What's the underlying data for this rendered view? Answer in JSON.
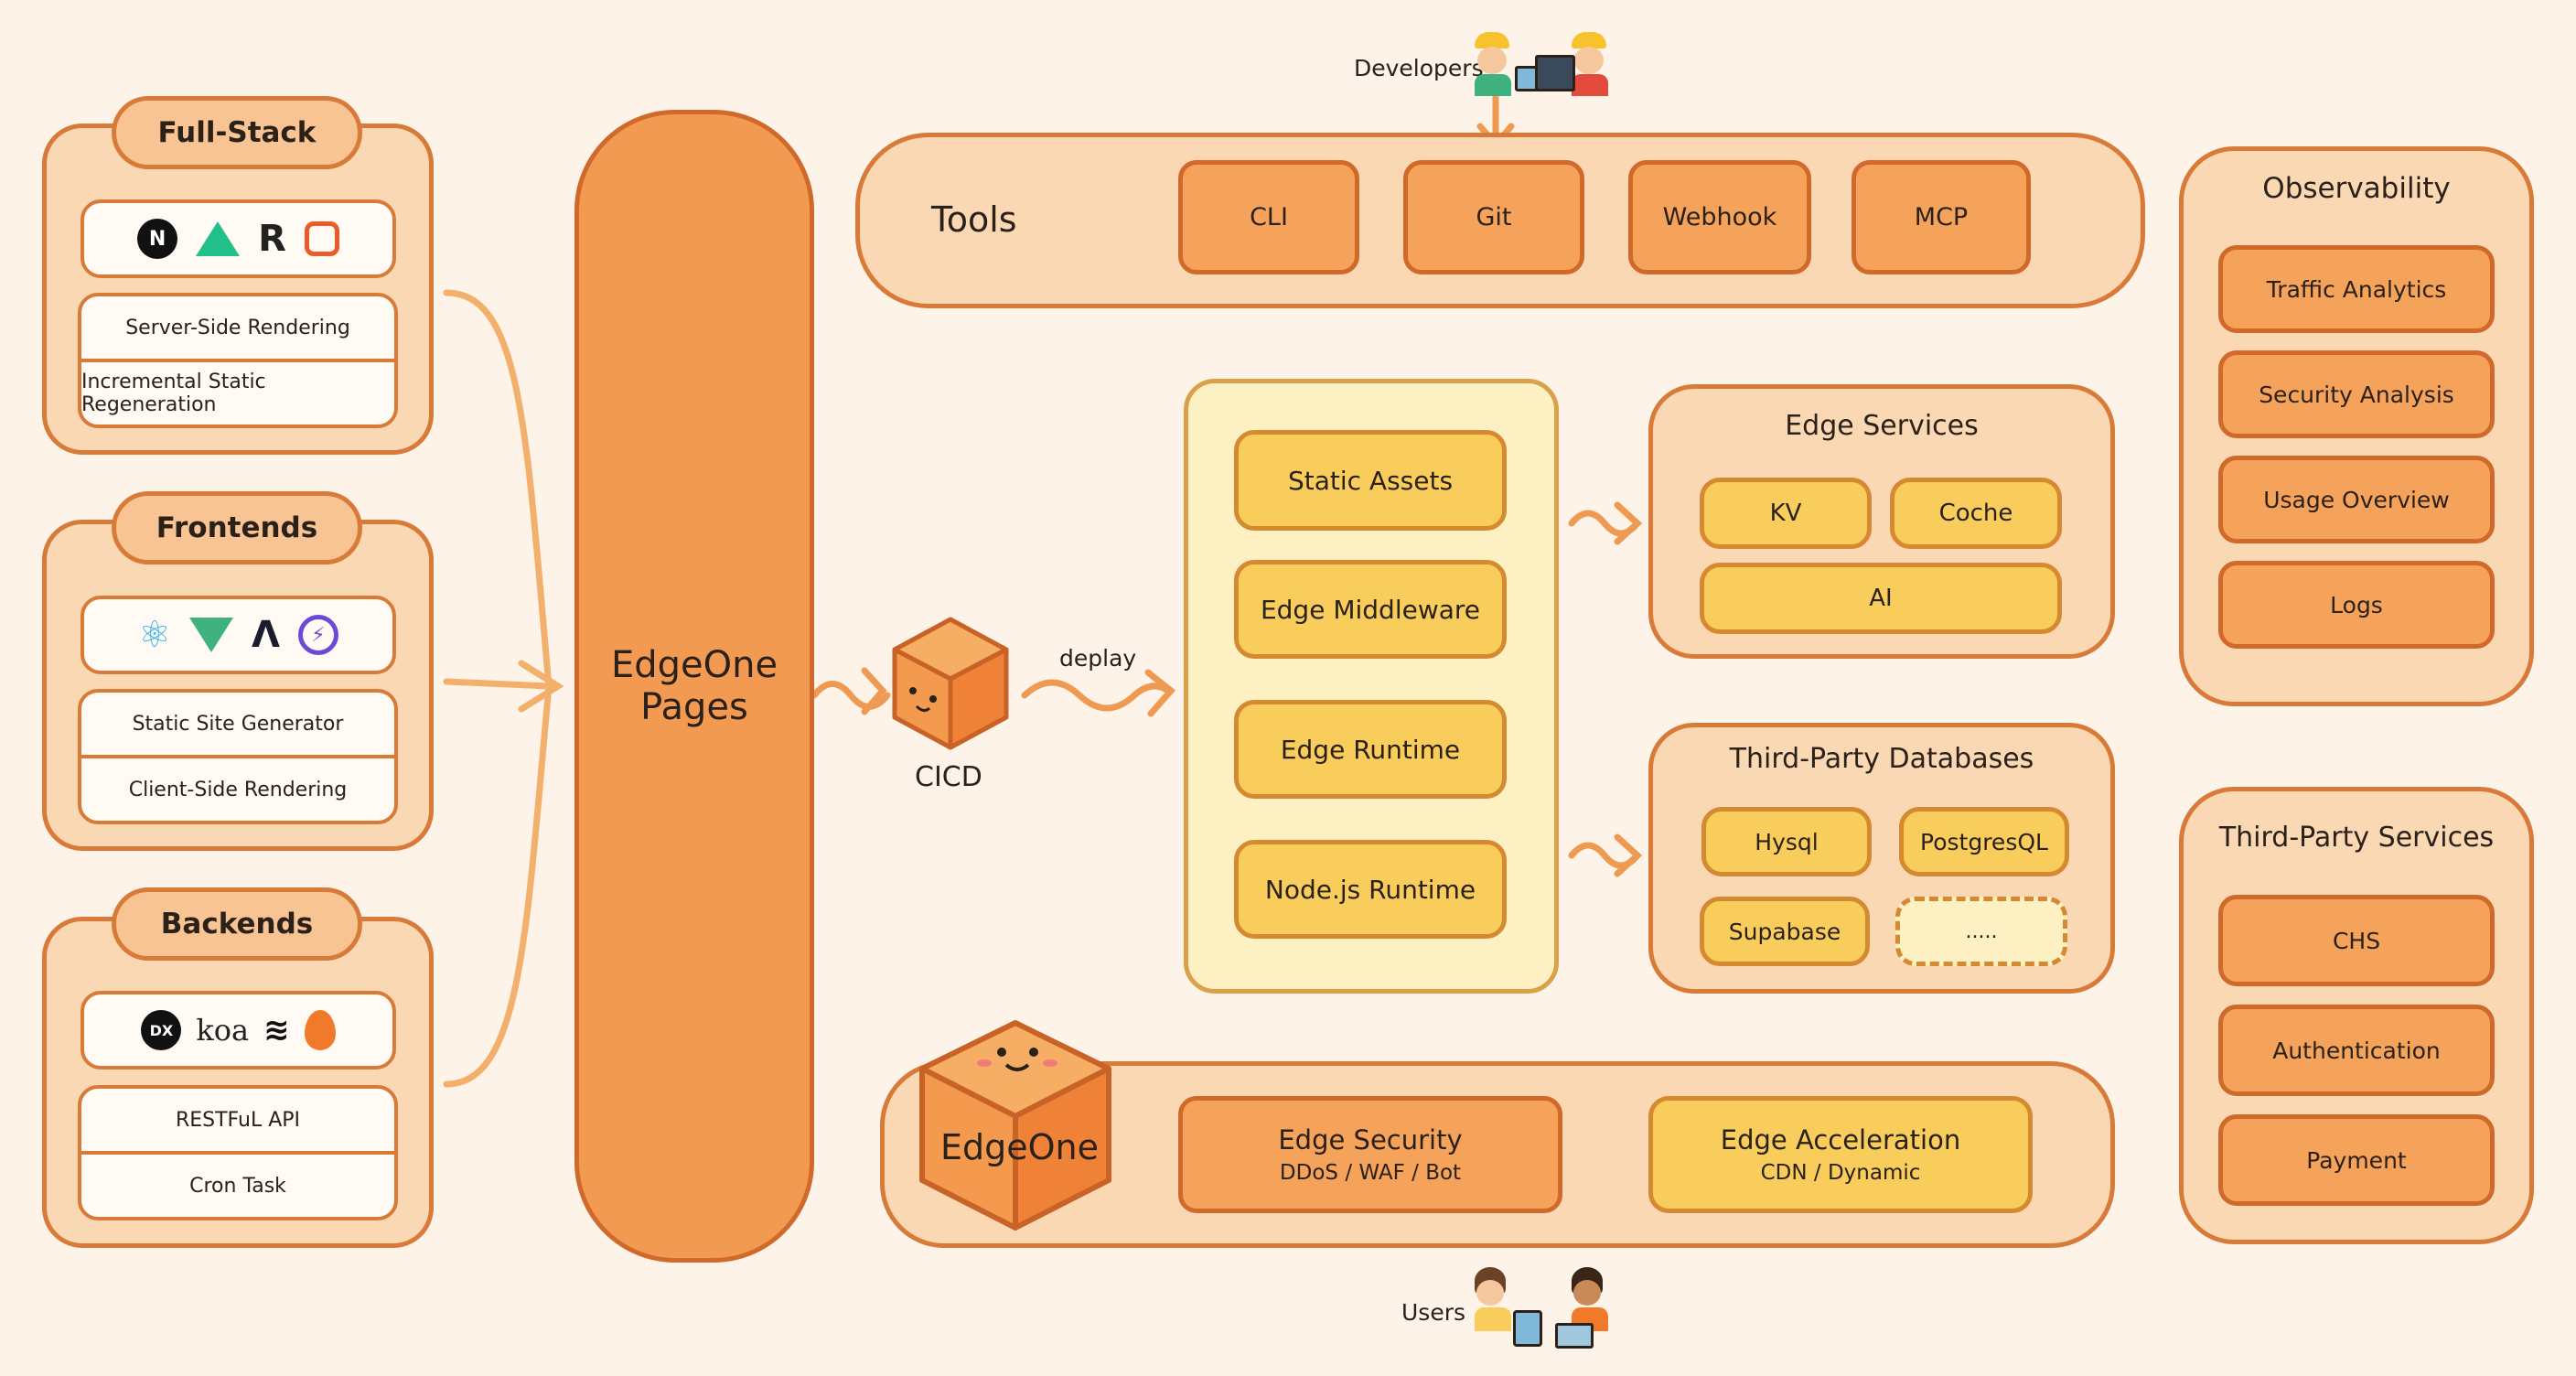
{
  "left_groups": [
    {
      "tag": "Full-Stack",
      "items": [
        "Server-Side Rendering",
        "Incremental Static Regeneration"
      ],
      "icons": [
        "nextjs-icon",
        "nuxt-icon",
        "remix-icon",
        "sveltekit-icon"
      ]
    },
    {
      "tag": "Frontends",
      "items": [
        "Static Site Generator",
        "Client-Side Rendering"
      ],
      "icons": [
        "react-icon",
        "vue-icon",
        "astro-icon",
        "vite-icon"
      ]
    },
    {
      "tag": "Backends",
      "items": [
        "RESTFuL API",
        "Cron Task"
      ],
      "icons": [
        "deno-icon",
        "koa-icon",
        "express-icon",
        "hono-icon"
      ]
    }
  ],
  "pages": {
    "line1": "EdgeOne",
    "line2": "Pages"
  },
  "cicd": {
    "label": "CICD",
    "deploy": "deplay"
  },
  "developers": "Developers",
  "users": "Users",
  "tools": {
    "title": "Tools",
    "items": [
      "CLI",
      "Git",
      "Webhook",
      "MCP"
    ]
  },
  "runtime": {
    "items": [
      "Static Assets",
      "Edge Middleware",
      "Edge Runtime",
      "Node.js Runtime"
    ]
  },
  "edge_services": {
    "title": "Edge Services",
    "items": [
      "KV",
      "Coche",
      "AI"
    ]
  },
  "databases": {
    "title": "Third-Party Databases",
    "items": [
      "Hysql",
      "PostgresQL",
      "Supabase",
      "....."
    ]
  },
  "observability": {
    "title": "Observability",
    "items": [
      "Traffic Analytics",
      "Security Analysis",
      "Usage Overview",
      "Logs"
    ]
  },
  "third_party": {
    "title": "Third-Party Services",
    "items": [
      "CHS",
      "Authentication",
      "Payment"
    ]
  },
  "edgeone": {
    "label": "EdgeOne",
    "security": {
      "title": "Edge Security",
      "sub": "DDoS / WAF / Bot"
    },
    "acceleration": {
      "title": "Edge Acceleration",
      "sub": "CDN / Dynamic"
    }
  },
  "colors": {
    "background": "#fdf3e8",
    "panel": "#fad8b4",
    "orange": "#f5a25a",
    "yellow": "#f8cd5c",
    "stroke": "#d87a38"
  }
}
